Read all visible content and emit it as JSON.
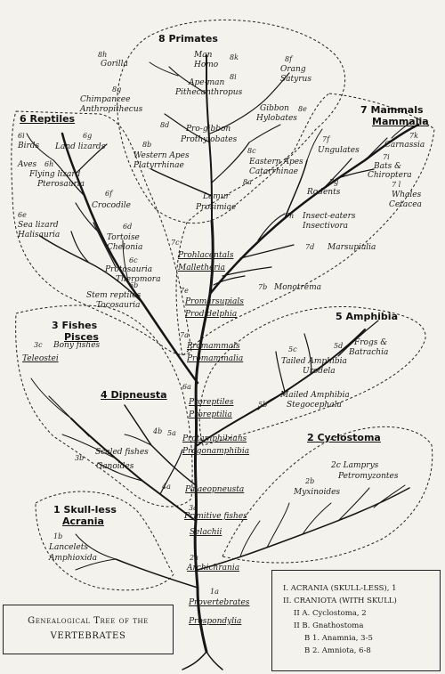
{
  "groups": {
    "g1": "1 Skull-less",
    "g1b": "Acrania",
    "g2": "2 Cyclostoma",
    "g3": "3 Fishes",
    "g3b": "Pisces",
    "g4": "4 Dipneusta",
    "g5": "5 Amphibia",
    "g6": "6 Reptiles",
    "g7": "7 Mammals",
    "g7b": "Mammalia",
    "g8": "8 Primates"
  },
  "codes": {
    "c1a": "1a",
    "c1b": "1b",
    "c2a": "2a",
    "c2b": "2b",
    "c2c": "2c",
    "c3a": "3a",
    "c3b": "3b",
    "c3c": "3c",
    "c4a": "4a",
    "c4b": "4b",
    "c5a": "5a",
    "c5b": "5b",
    "c5c": "5c",
    "c5d": "5d",
    "c6a": "6a",
    "c6b": "6b",
    "c6c": "6c",
    "c6d": "6d",
    "c6e": "6e",
    "c6f": "6f",
    "c6g": "6g",
    "c6h": "6h",
    "c6i": "6i",
    "c7a": "7a",
    "c7b": "7b",
    "c7c": "7c",
    "c7d": "7d",
    "c7e": "7e",
    "c7f": "7f",
    "c7g": "7g",
    "c7h": "7h",
    "c7i": "7i",
    "c7k": "7k",
    "c7l": "7 l",
    "c8a": "8a",
    "c8b": "8b",
    "c8c": "8c",
    "c8d": "8d",
    "c8e": "8e",
    "c8f": "8f",
    "c8g": "8g",
    "c8h": "8h",
    "c8i": "8i",
    "c8k": "8k"
  },
  "labels": {
    "proverte": "Provertebrates",
    "prospond": "Prospondylia",
    "archi": "Archichrania",
    "lancelets": "Lancelets",
    "amphioxida": "Amphioxida",
    "lamprys": "2c Lamprys",
    "petromy": "Petromyzontes",
    "myxinoides": "Myxinoides",
    "primfish": "Primitive fishes",
    "selachii": "Selachii",
    "scaled": "Scaled fishes",
    "ganoides": "Ganoides",
    "palaeop": "Palaeopneusta",
    "bony": "Bony fishes",
    "teleostei": "Teleostei",
    "protamph": "Protamphibians",
    "progon": "Progonamphibia",
    "prorept": "Proreptiles",
    "proreptilia": "Proreptilia",
    "mailed": "Mailed Amphibia",
    "stegoc": "Stegocephala",
    "tailed": "Tailed Amphibia",
    "urodela": "Urodela",
    "frogs": "Frogs &",
    "batrachia": "Batrachia",
    "promamm": "Promammals",
    "promammalia": "Promammalia",
    "stemrept": "Stem reptiles",
    "tocosauria": "Tocosauria",
    "protosauria": "Protosauria",
    "theromora": "Theromora",
    "tortoise": "Tortoise",
    "chelonia": "Chelonia",
    "crocodile": "Crocodile",
    "sealizard": "Sea lizard",
    "halisauria": "Halisauria",
    "flying": "Flying lizard",
    "pterosauria": "Pterosauria",
    "birds": "Birds",
    "aves": "Aves",
    "landlizards": "Land lizards",
    "promars": "Promarsupials",
    "prodidel": "Prodidelphia",
    "monotrema": "Monotrema",
    "marsupialia": "Marsupialia",
    "prohlac": "Prohlacentals",
    "malletheria": "Malletheria",
    "insecteat": "Insect-eaters",
    "insectivora": "Insectivora",
    "rodents": "Rodents",
    "ungulates": "Ungulates",
    "bats": "Bats &",
    "chiroptera": "Chiroptera",
    "whales": "Whales",
    "cetacea": "Cetacea",
    "carnassia": "Carnassia",
    "lemur": "Lemur",
    "prosimiae": "Prosimiae",
    "eastern": "Eastern Apes",
    "catarrhinae": "Catarrhinae",
    "western": "Western Apes",
    "platyrrhinae": "Platyrrhinae",
    "progibbon": "Pro-gibbon",
    "prothylobates": "Prothylobates",
    "gibbon": "Gibbon",
    "hylobates": "Hylobates",
    "orang": "Orang",
    "satyrus": "Satyrus",
    "apeman": "Ape-man",
    "pithec": "Pithecanthropus",
    "man": "Man",
    "homo": "Homo",
    "gorilla": "Gorilla",
    "chimp": "Chimpanzee",
    "anthropithecus": "Anthropithecus"
  },
  "title": {
    "line1": "Genealogical Tree of the",
    "line2": "VERTEBRATES"
  },
  "legend": {
    "l1": "I. ACRANIA (SKULL-LESS), 1",
    "l2": "II. CRANIOTA (WITH SKULL)",
    "l3": "II A. Cyclostoma, 2",
    "l4": "II B. Gnathostoma",
    "l5": "B 1. Anamnia, 3-5",
    "l6": "B 2. Amniota, 6-8"
  }
}
